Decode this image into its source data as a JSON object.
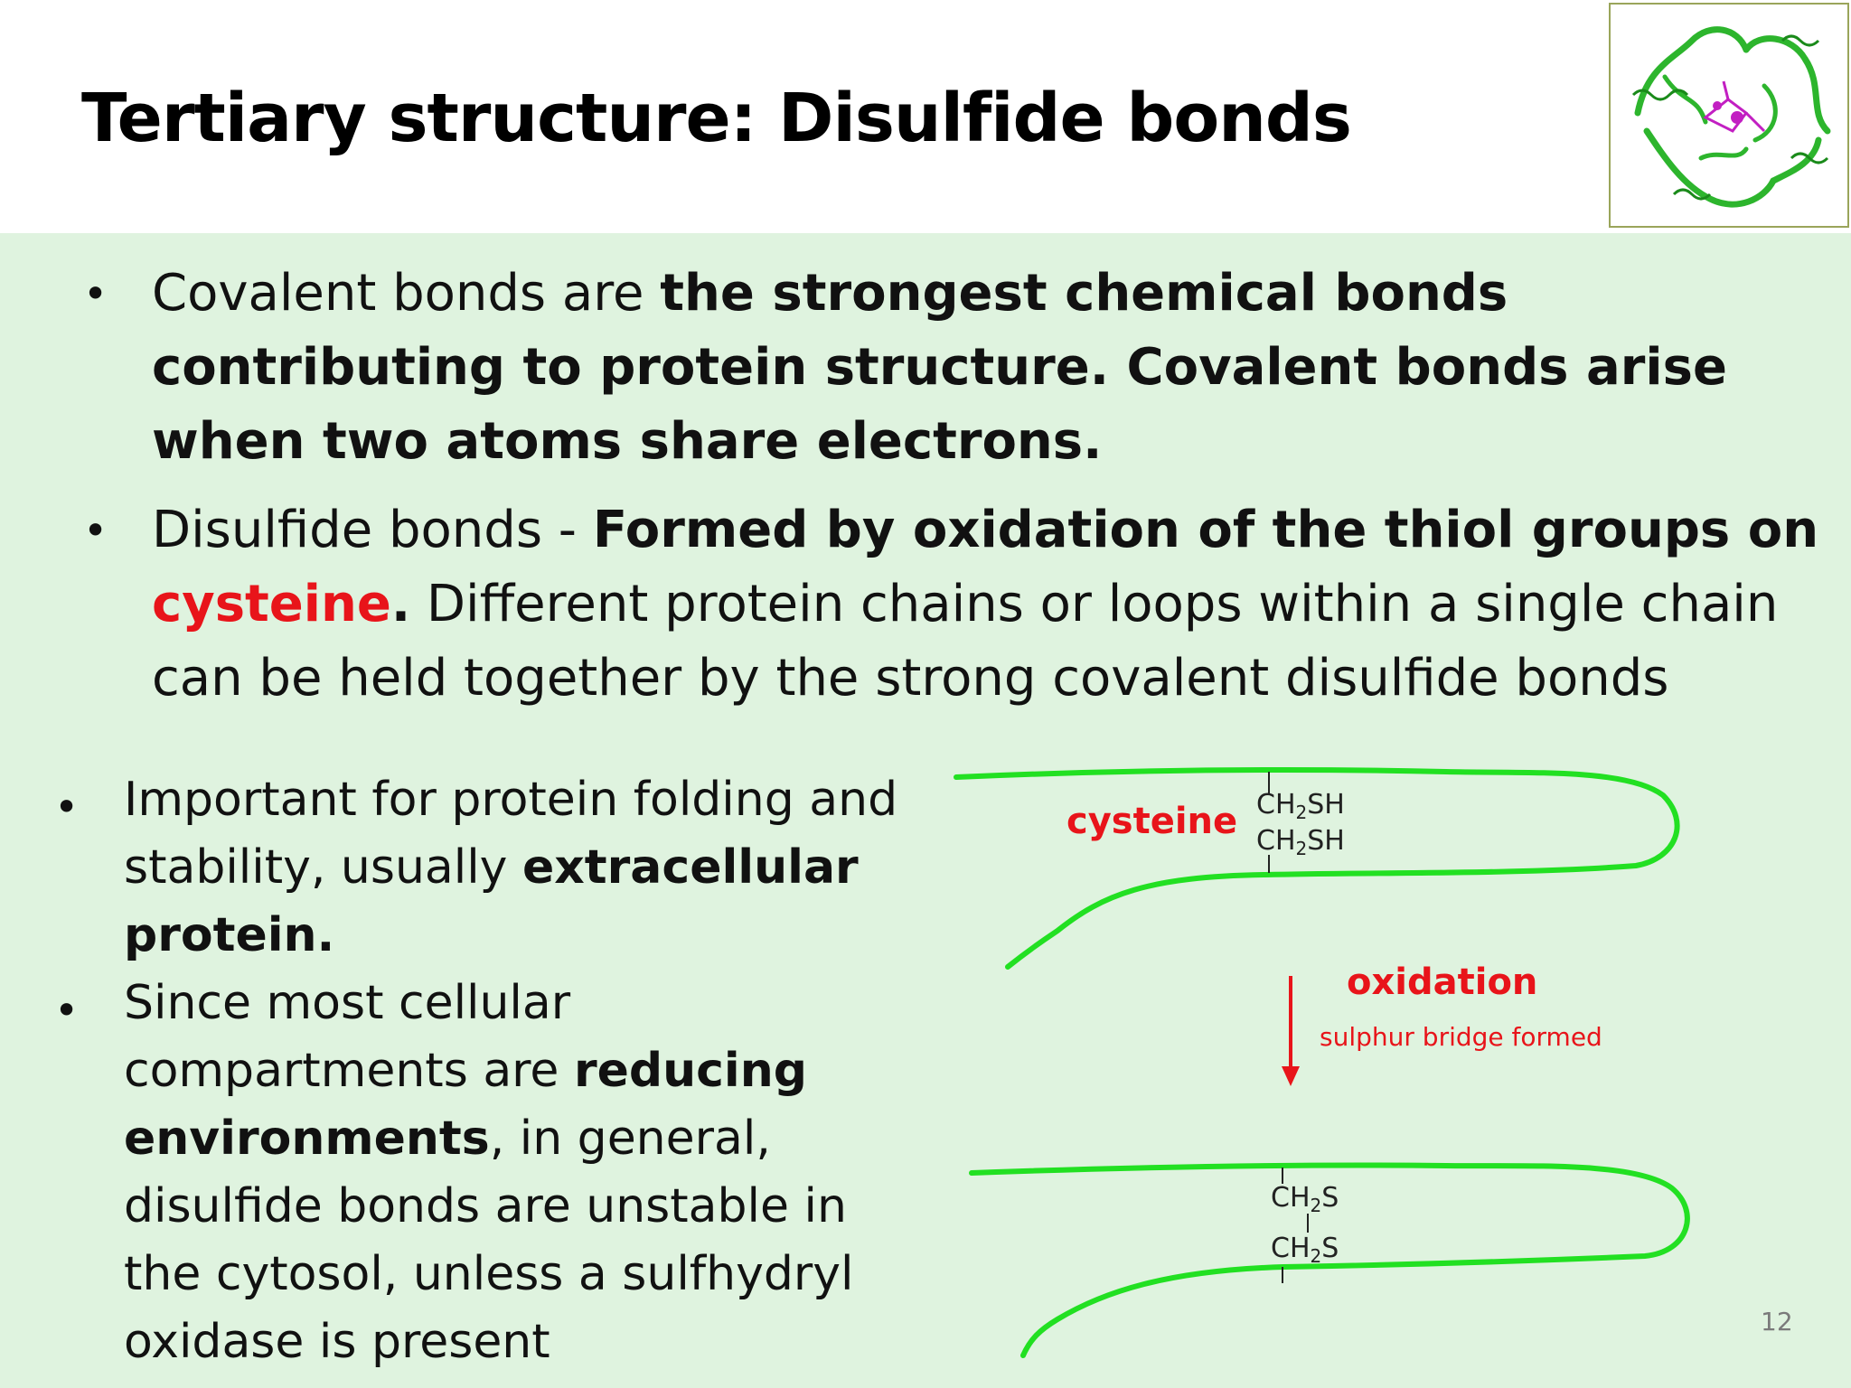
{
  "slide": {
    "title": "Tertiary structure: Disulfide bonds",
    "page_number": "12"
  },
  "bullets_top": [
    {
      "plain1": "Covalent bonds are ",
      "bold1": "the strongest chemical bonds contributing to protein structure. Covalent bonds arise when two atoms share electrons."
    },
    {
      "plain1": "Disulfide bonds - ",
      "bold1": "Formed by oxidation of the thiol groups on ",
      "red1": "cysteine",
      "bold2": ".",
      "plain2": " Different protein chains or loops within a single chain can be held together by the strong covalent disulfide bonds"
    }
  ],
  "bullets_bottom": [
    {
      "plain1": "Important for protein folding and stability, usually ",
      "bold1": "extracellular protein."
    },
    {
      "plain1": "Since most cellular compartments are ",
      "bold1": "reducing environments",
      "plain2": ", in general, disulfide bonds are unstable in the cytosol, unless a sulfhydryl oxidase is present"
    }
  ],
  "diagram": {
    "cysteine_label": "cysteine",
    "oxidation_label": "oxidation",
    "bridge_label": "sulphur bridge formed",
    "top_group_upper": "CH",
    "top_group_upper_sub": "2",
    "top_group_upper_tail": "SH",
    "top_group_lower": "CH",
    "top_group_lower_sub": "2",
    "top_group_lower_tail": "SH",
    "bottom_group_upper": "CH",
    "bottom_group_upper_sub": "2",
    "bottom_group_upper_tail": "S",
    "bottom_group_lower": "CH",
    "bottom_group_lower_sub": "2",
    "bottom_group_lower_tail": "S"
  },
  "colors": {
    "content_background": "#dff3df",
    "chain_green": "#22e022",
    "accent_red": "#e8141a",
    "protein_green": "#2db52d",
    "ligand_magenta": "#c21fc2"
  },
  "icons": {
    "thumbnail": "protein-ribbon-structure-image",
    "arrow": "down-arrow-icon"
  }
}
